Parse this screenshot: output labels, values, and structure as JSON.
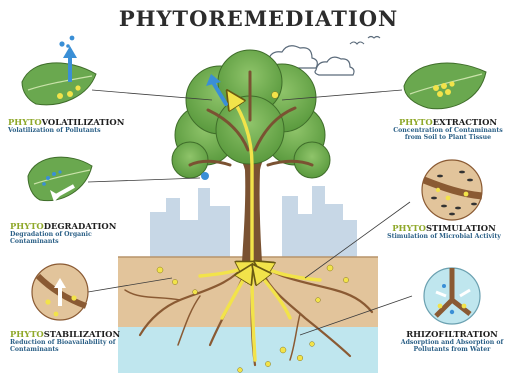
{
  "title": "PHYTOREMEDIATION",
  "processes": [
    {
      "prefix": "PHYTO",
      "name": "VOLATILIZATION",
      "description": "Volatilization of Pollutants"
    },
    {
      "prefix": "PHYTO",
      "name": "DEGRADATION",
      "description": "Degradation of Organic Contaminants"
    },
    {
      "prefix": "PHYTO",
      "name": "STABILIZATION",
      "description": "Reduction of Bioavailability of Contaminants"
    },
    {
      "prefix": "PHYTO",
      "name": "EXTRACTION",
      "description": "Concentration of Contaminants from Soil to Plant Tissue"
    },
    {
      "prefix": "PHYTO",
      "name": "STIMULATION",
      "description": "Stimulation of Microbial Activity"
    },
    {
      "prefix": "",
      "name": "RHIZOFILTRATION",
      "description": "Adsorption and Absorption of Pollutants from Water"
    }
  ],
  "colors": {
    "leaf_green": "#6aa84f",
    "leaf_light": "#c9e2a9",
    "trunk_brown": "#7a5232",
    "soil": "#e2c49b",
    "water": "#bfe6ee",
    "contaminant_yellow": "#f2e34a",
    "arrow_blue": "#3a8fd6",
    "prefix_green": "#8fa82a",
    "description_blue": "#2a5f86"
  }
}
